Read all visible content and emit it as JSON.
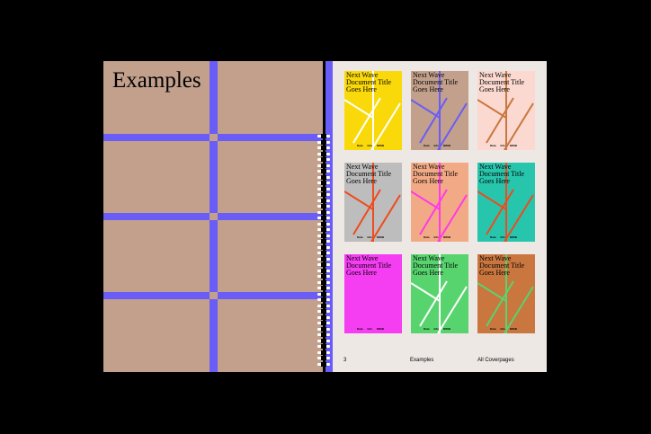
{
  "left_page": {
    "title": "Examples",
    "background": "#c2a08c",
    "accent": "#6a5cf7"
  },
  "right_page": {
    "background": "#eee8e4",
    "accent": "#6a5cf7",
    "cover_title": "Next Wave Document Title Goes Here",
    "cover_footer": [
      "Data",
      "Info",
      "NWIB"
    ],
    "covers": [
      {
        "bg": "#f9d90a",
        "line": "#ffffff"
      },
      {
        "bg": "#c2a08c",
        "line": "#6a5cf7"
      },
      {
        "bg": "#fbd9d0",
        "line": "#c9763f"
      },
      {
        "bg": "#bdbdbd",
        "line": "#ef4b1c"
      },
      {
        "bg": "#f2aa86",
        "line": "#ff3ae8"
      },
      {
        "bg": "#28c5ad",
        "line": "#ef4b1c"
      },
      {
        "bg": "#f53df2",
        "line": "#f53df2"
      },
      {
        "bg": "#58d46e",
        "line": "#ffffff"
      },
      {
        "bg": "#c9763f",
        "line": "#58d46e"
      }
    ],
    "footer": {
      "page_number": "3",
      "section": "Examples",
      "caption": "All Coverpages"
    }
  }
}
